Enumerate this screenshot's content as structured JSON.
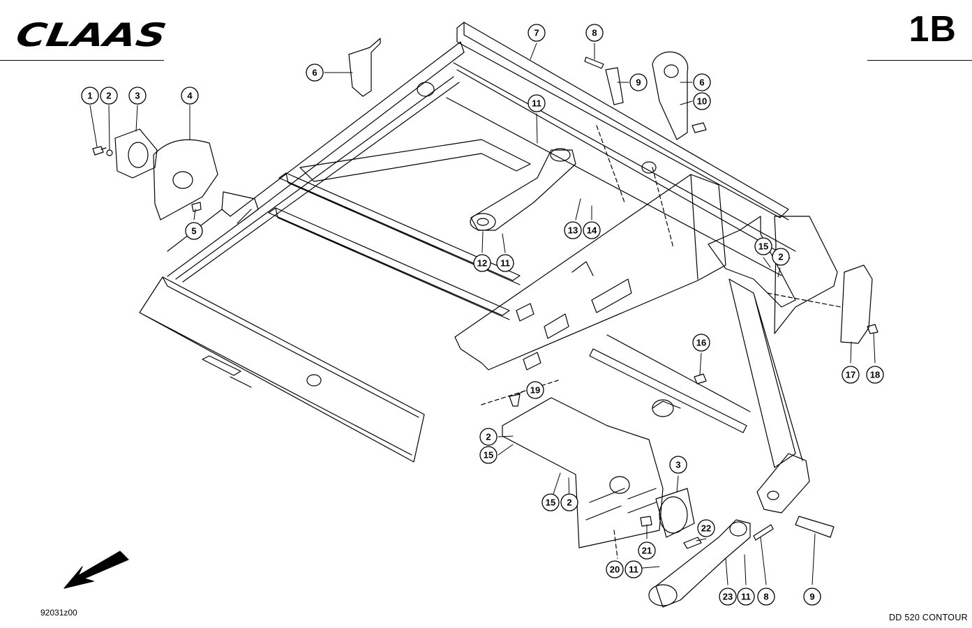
{
  "header": {
    "brand": "CLAAS",
    "page_code": "1B"
  },
  "footer": {
    "drawing_number": "92031z00",
    "model": "DD 520 CONTOUR"
  },
  "direction_arrow_icon": "arrow-down-left-icon",
  "callouts": [
    {
      "id": "c1",
      "label": "1"
    },
    {
      "id": "c2a",
      "label": "2"
    },
    {
      "id": "c3a",
      "label": "3"
    },
    {
      "id": "c4",
      "label": "4"
    },
    {
      "id": "c5",
      "label": "5"
    },
    {
      "id": "c6a",
      "label": "6"
    },
    {
      "id": "c7",
      "label": "7"
    },
    {
      "id": "c8a",
      "label": "8"
    },
    {
      "id": "c9a",
      "label": "9"
    },
    {
      "id": "c6b",
      "label": "6"
    },
    {
      "id": "c10",
      "label": "10"
    },
    {
      "id": "c11a",
      "label": "11"
    },
    {
      "id": "c13",
      "label": "13"
    },
    {
      "id": "c14",
      "label": "14"
    },
    {
      "id": "c12",
      "label": "12"
    },
    {
      "id": "c11b",
      "label": "11"
    },
    {
      "id": "c15a",
      "label": "15"
    },
    {
      "id": "c2b",
      "label": "2"
    },
    {
      "id": "c16",
      "label": "16"
    },
    {
      "id": "c17",
      "label": "17"
    },
    {
      "id": "c18",
      "label": "18"
    },
    {
      "id": "c19",
      "label": "19"
    },
    {
      "id": "c2c",
      "label": "2"
    },
    {
      "id": "c15b",
      "label": "15"
    },
    {
      "id": "c3b",
      "label": "3"
    },
    {
      "id": "c15c",
      "label": "15"
    },
    {
      "id": "c2d",
      "label": "2"
    },
    {
      "id": "c22",
      "label": "22"
    },
    {
      "id": "c21",
      "label": "21"
    },
    {
      "id": "c20",
      "label": "20"
    },
    {
      "id": "c11c",
      "label": "11"
    },
    {
      "id": "c23",
      "label": "23"
    },
    {
      "id": "c11d",
      "label": "11"
    },
    {
      "id": "c8b",
      "label": "8"
    },
    {
      "id": "c9b",
      "label": "9"
    }
  ]
}
